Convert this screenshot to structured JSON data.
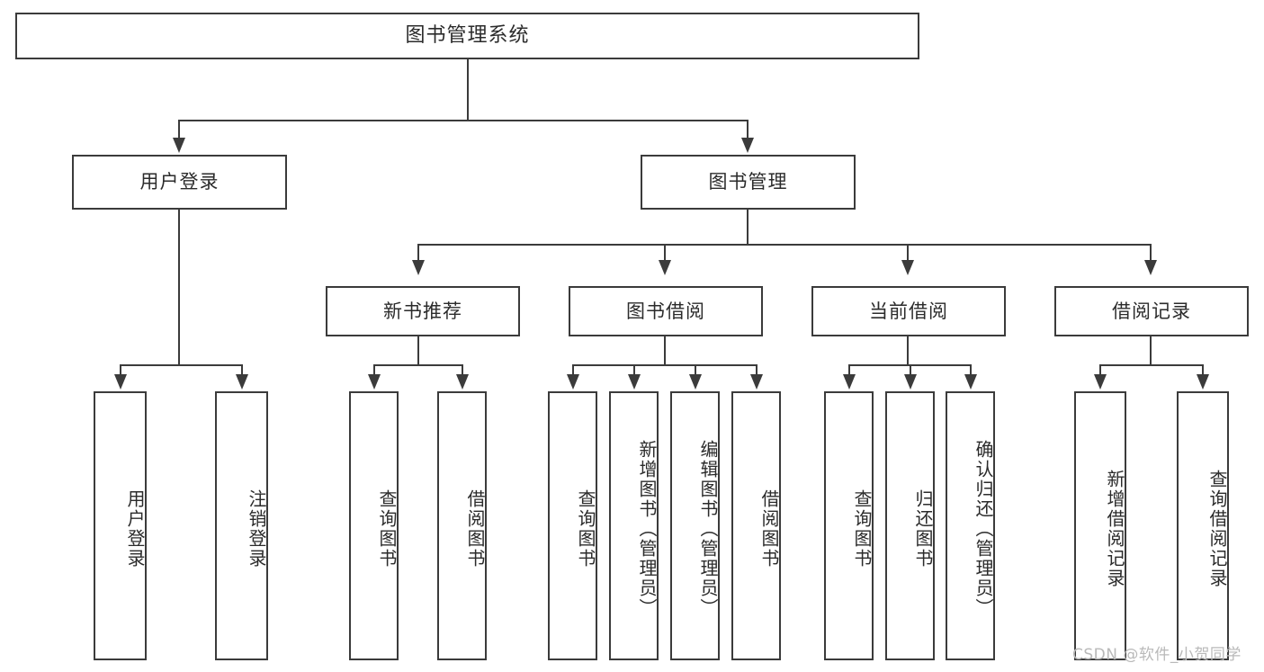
{
  "diagram": {
    "type": "tree-hierarchy",
    "title": "图书管理系统",
    "watermark": "CSDN @软件_小贺同学",
    "colors": {
      "stroke": "#3b3b3b",
      "text": "#2b2b2b",
      "background": "#ffffff",
      "watermark": "#b9b9b9"
    },
    "nodes": {
      "root": "图书管理系统",
      "level1": [
        "用户登录",
        "图书管理"
      ],
      "level2": [
        "新书推荐",
        "图书借阅",
        "当前借阅",
        "借阅记录"
      ],
      "leaves_user_login": [
        "用户登录",
        "注销登录"
      ],
      "leaves_new_book": [
        "查询图书",
        "借阅图书"
      ],
      "leaves_book_borrow": [
        "查询图书",
        "新增图书（管理员）",
        "编辑图书（管理员）",
        "借阅图书"
      ],
      "leaves_current_borrow": [
        "查询图书",
        "归还图书",
        "确认归还（管理员）"
      ],
      "leaves_borrow_record": [
        "新增借阅记录",
        "查询借阅记录"
      ]
    }
  }
}
